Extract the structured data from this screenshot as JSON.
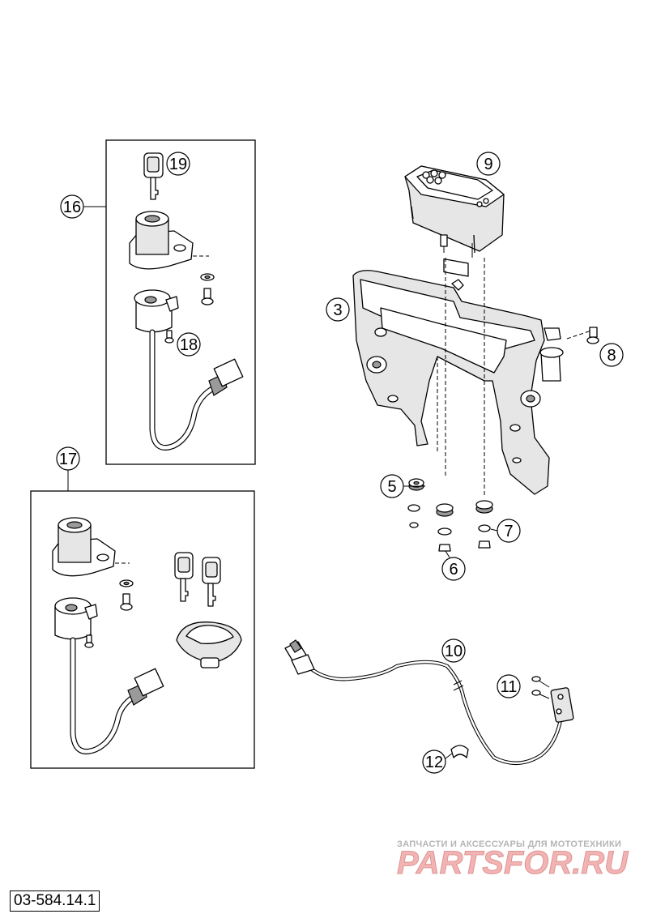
{
  "callouts": {
    "c3": "3",
    "c5": "5",
    "c6": "6",
    "c7": "7",
    "c8": "8",
    "c9": "9",
    "c10": "10",
    "c11": "11",
    "c12": "12",
    "c16": "16",
    "c17": "17",
    "c18": "18",
    "c19": "19"
  },
  "watermark": {
    "tagline": "ЗАПЧАСТИ И АКСЕССУАРЫ ДЛЯ МОТОТЕХНИКИ",
    "logo": "PARTSFOR.RU"
  },
  "reference_code": "03-584.14.1",
  "colors": {
    "line": "#000000",
    "paper": "#ffffff",
    "watermark": "#f2b3b3"
  }
}
